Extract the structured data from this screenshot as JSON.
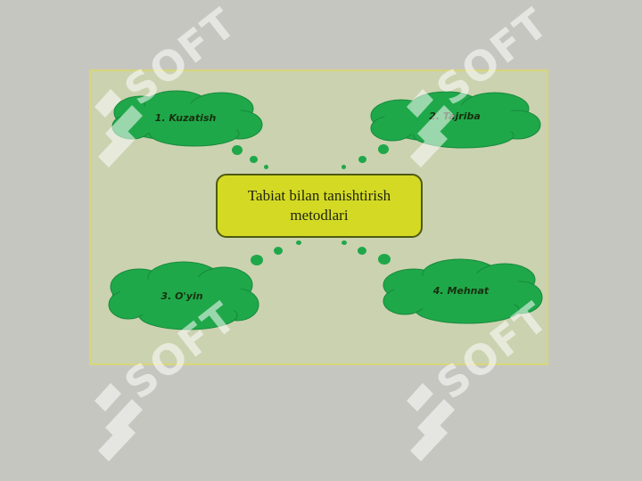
{
  "diagram": {
    "center_label": "Tabiat bilan tanishtirish metodlari",
    "clouds": [
      {
        "id": "kuzatish",
        "label": "1. Kuzatish"
      },
      {
        "id": "tajriba",
        "label": "2. Tajriba"
      },
      {
        "id": "oyin",
        "label": "3. O'yin"
      },
      {
        "id": "mehnat",
        "label": "4. Mehnat"
      }
    ]
  },
  "watermark": {
    "text": "SOFT"
  },
  "colors": {
    "cloud_fill": "#1fa84a",
    "cloud_stroke": "#168a3a",
    "center_fill": "#d4da24",
    "slide_bg": "#cbd2b0",
    "page_bg": "#c6c6c0"
  }
}
